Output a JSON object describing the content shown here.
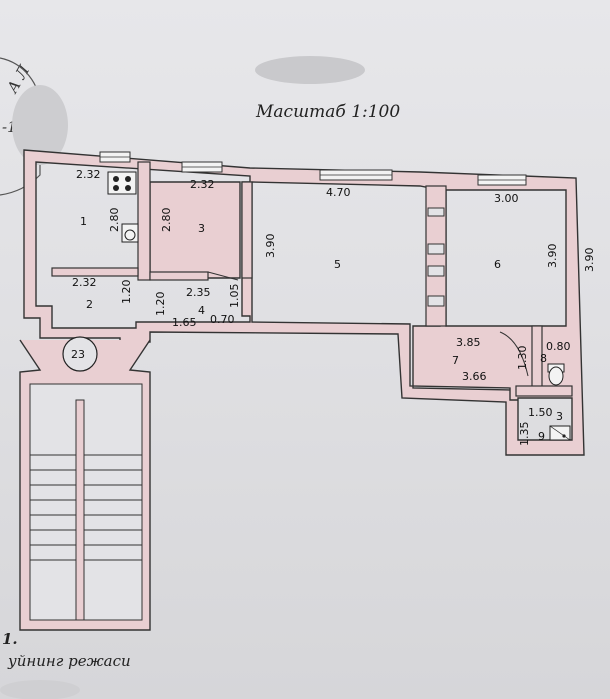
{
  "document": {
    "scale_title": "Масштаб 1:100",
    "seal_fragment": "А Л",
    "seal_fragment_2": "-1",
    "footer_fragment": "уйнинг режаси",
    "footer_marker": "1."
  },
  "rooms": [
    {
      "id": "1",
      "label": "1"
    },
    {
      "id": "2",
      "label": "2"
    },
    {
      "id": "3",
      "label": "3"
    },
    {
      "id": "4",
      "label": "4"
    },
    {
      "id": "5",
      "label": "5"
    },
    {
      "id": "6",
      "label": "6"
    },
    {
      "id": "7",
      "label": "7"
    },
    {
      "id": "8",
      "label": "8"
    },
    {
      "id": "9",
      "label": "9"
    },
    {
      "id": "23",
      "label": "23"
    }
  ],
  "dimensions": [
    "2.32",
    "2.80",
    "2.32",
    "1.20",
    "2.32",
    "2.80",
    "2.35",
    "1.05",
    "1.20",
    "1.65",
    "0.70",
    "4.70",
    "3.90",
    "3.00",
    "3.90",
    "3.90",
    "3.85",
    "1.30",
    "0.80",
    "3.66",
    "1.50",
    "3",
    "1.35"
  ],
  "colors": {
    "wall_fill": "#e9cfd2",
    "wall_stroke": "#333333",
    "paper": "#e3e3e6",
    "ink": "#111111"
  },
  "icons": [
    "stove-icon",
    "sink-icon",
    "toilet-icon",
    "shower-tray-icon",
    "stair-icon"
  ]
}
